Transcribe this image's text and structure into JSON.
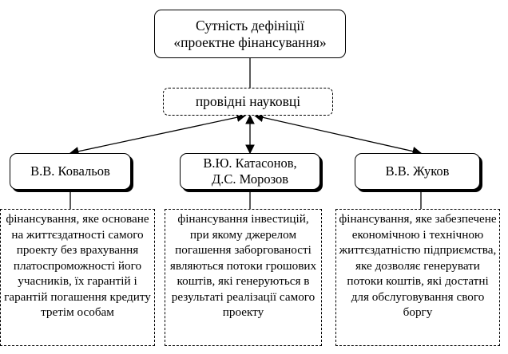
{
  "root": {
    "line1": "Сутність дефініції",
    "line2": "«проектне фінансування»"
  },
  "hub": {
    "label": "провідні науковці"
  },
  "scholars": [
    {
      "name_line1": "В.В. Ковальов",
      "name_line2": "",
      "definition": "фінансування, яке основане на життєздатності самого проекту без врахування платоспроможності його учасників, їх гарантій і гарантій погашення кредиту третім особам"
    },
    {
      "name_line1": "В.Ю. Катасонов,",
      "name_line2": "Д.С. Морозов",
      "definition": "фінансування інвестицій, при якому джерелом погашення заборгованості являються потоки грошових коштів, які генеруються в результаті реалізації самого проекту"
    },
    {
      "name_line1": "В.В. Жуков",
      "name_line2": "",
      "definition": "фінансування, яке забезпечене економічною і технічною життєздатністю підприємства, яке дозволяє генерувати потоки коштів, які достатні для обслуговування свого боргу"
    }
  ]
}
